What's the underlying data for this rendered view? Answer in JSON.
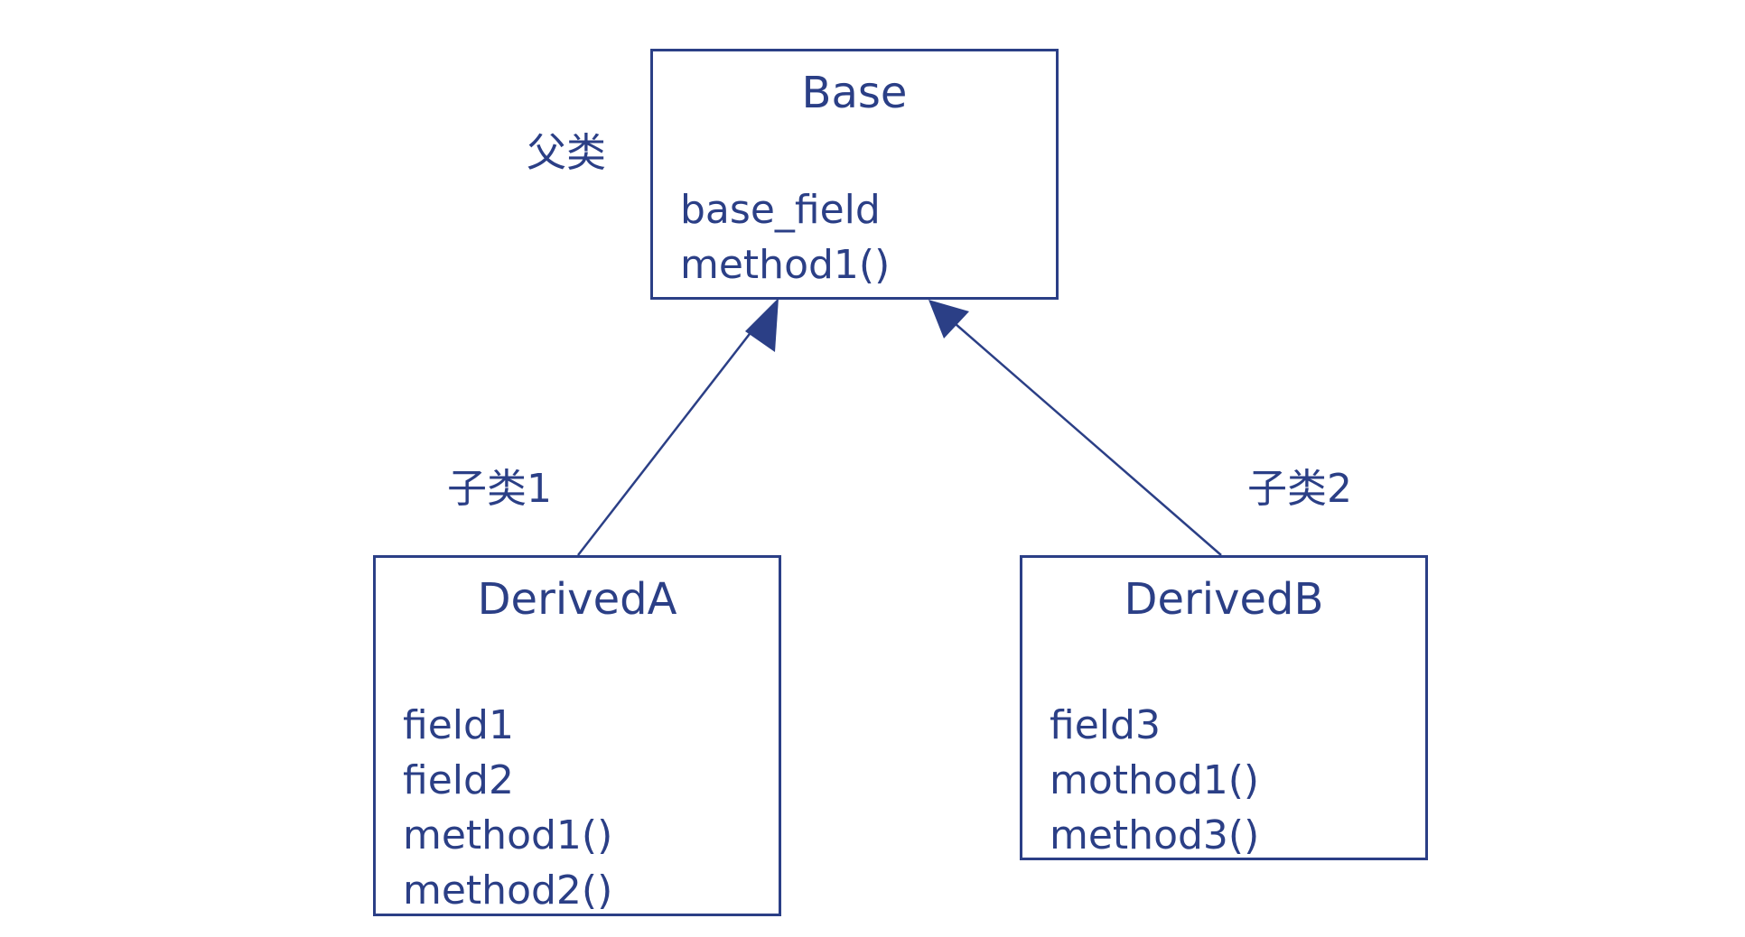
{
  "colors": {
    "ink": "#2b3f86",
    "background": "#ffffff"
  },
  "classes": {
    "base": {
      "name": "Base",
      "members": [
        "base_field",
        "method1()"
      ]
    },
    "derived_a": {
      "name": "DerivedA",
      "members": [
        "field1",
        "field2",
        "method1()",
        "method2()"
      ]
    },
    "derived_b": {
      "name": "DerivedB",
      "members": [
        "field3",
        "mothod1()",
        "method3()"
      ]
    }
  },
  "labels": {
    "parent": "父类",
    "child1": "子类1",
    "child2": "子类2"
  }
}
